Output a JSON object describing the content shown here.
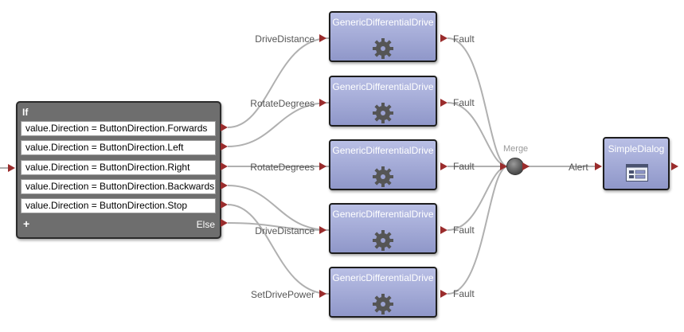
{
  "if_activity": {
    "title": "If",
    "conditions": [
      "value.Direction = ButtonDirection.Forwards",
      "value.Direction = ButtonDirection.Left",
      "value.Direction = ButtonDirection.Right",
      "value.Direction = ButtonDirection.Backwards",
      "value.Direction = ButtonDirection.Stop"
    ],
    "add_label": "+",
    "else_label": "Else"
  },
  "drive_services": [
    {
      "title": "GenericDifferentialDrive",
      "input": "DriveDistance",
      "output": "Fault",
      "icon": "gear-icon"
    },
    {
      "title": "GenericDifferentialDrive",
      "input": "RotateDegrees",
      "output": "Fault",
      "icon": "gear-icon"
    },
    {
      "title": "GenericDifferentialDrive",
      "input": "RotateDegrees",
      "output": "Fault",
      "icon": "gear-icon"
    },
    {
      "title": "GenericDifferentialDrive",
      "input": "DriveDistance",
      "output": "Fault",
      "icon": "gear-icon"
    },
    {
      "title": "GenericDifferentialDrive",
      "input": "SetDrivePower",
      "output": "Fault",
      "icon": "gear-icon"
    }
  ],
  "merge": {
    "label": "Merge"
  },
  "alert_label": "Alert",
  "dialog": {
    "title": "SimpleDialog",
    "icon": "dialog-icon"
  },
  "colors": {
    "pin": "#9a2c2c",
    "service_top": "#b9bfe5",
    "service_bottom": "#8f97c9",
    "if_body": "#6e6e6e",
    "wire": "#b0b0b0"
  }
}
